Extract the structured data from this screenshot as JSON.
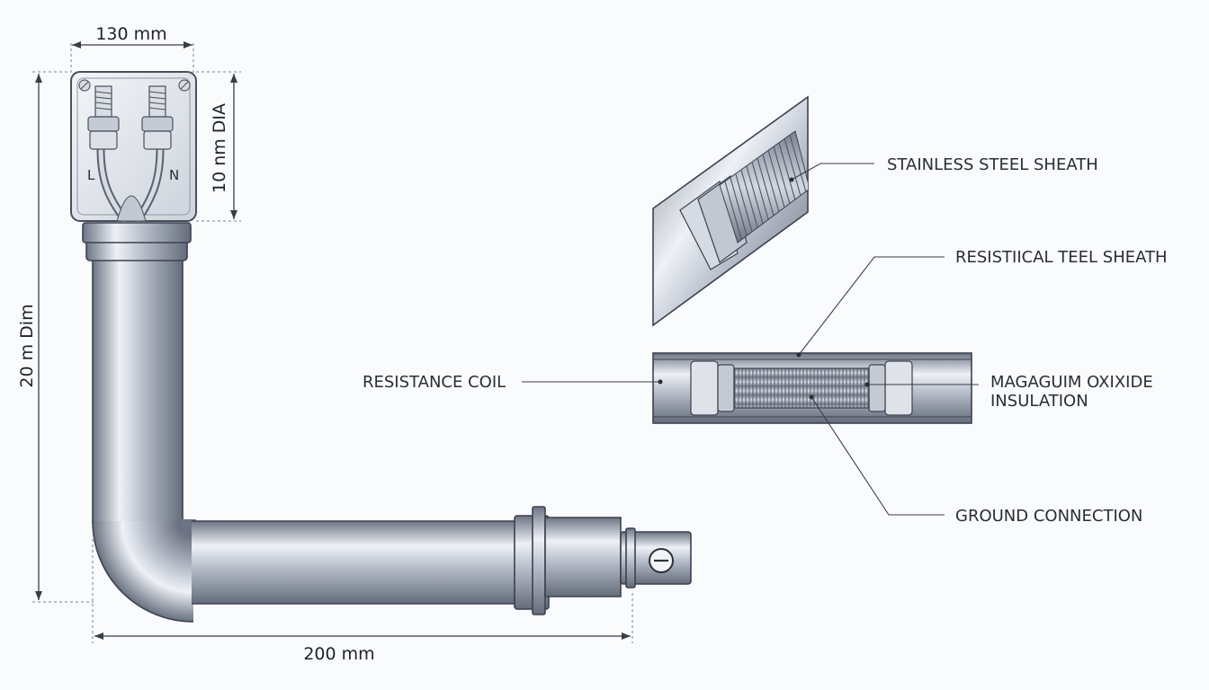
{
  "dimensions": {
    "top_width": "130 mm",
    "box_height": "10 nm DIA",
    "total_height": "20 m Dim",
    "bottom_length": "200 mm"
  },
  "terminals": {
    "live": "L",
    "neutral": "N"
  },
  "callouts": {
    "stainless_sheath": "STAINLESS STEEL SHEATH",
    "resistical_sheath": "RESISTIICAL TEEL SHEATH",
    "resistance_coil": "RESISTANCE COIL",
    "insulation_line1": "MAGAGUIM OXIXIDE",
    "insulation_line2": "INSULATION",
    "ground_connection": "GROUND CONNECTION"
  },
  "icons": {
    "ground_symbol": "ground-symbol-icon"
  },
  "colors": {
    "steel_light": "#eef1f6",
    "steel_mid": "#a9b1bf",
    "steel_dark": "#5f6777",
    "outline": "#3c4150"
  }
}
